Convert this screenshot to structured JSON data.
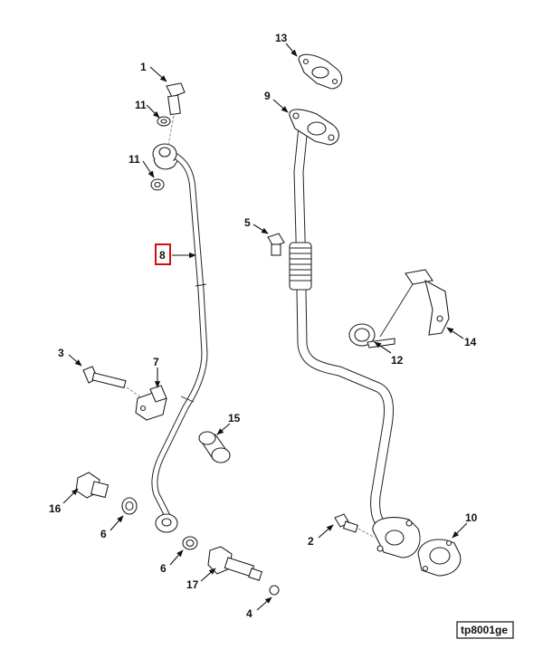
{
  "figure_id": "tp8001ge",
  "highlighted_callout": "8",
  "highlight_color": "#d01010",
  "callouts": [
    "1",
    "2",
    "3",
    "4",
    "5",
    "6",
    "6",
    "7",
    "8",
    "9",
    "10",
    "11",
    "11",
    "12",
    "13",
    "14",
    "15",
    "16",
    "17"
  ]
}
